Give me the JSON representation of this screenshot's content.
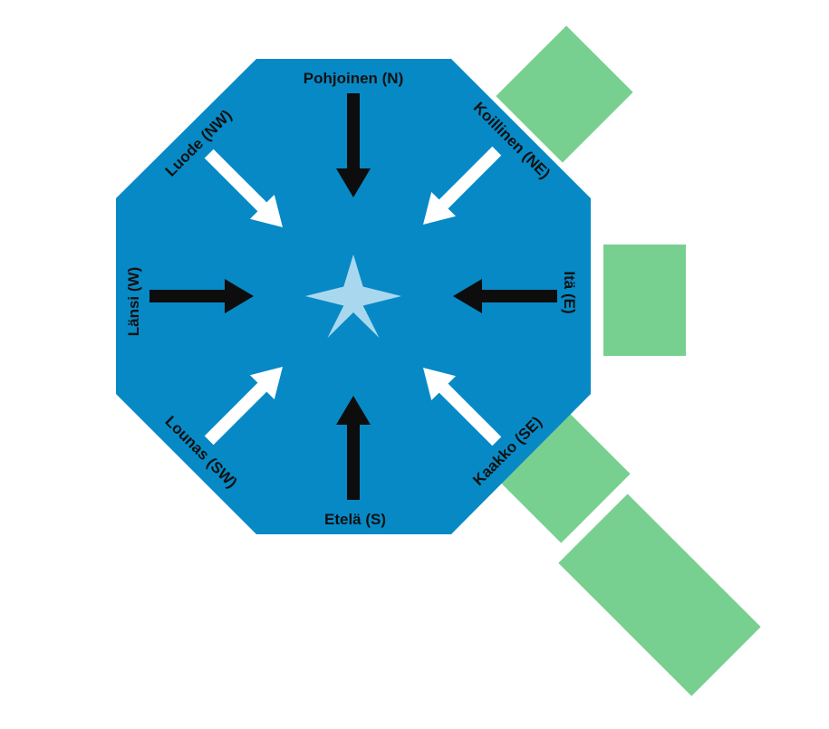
{
  "labels": {
    "n": "Pohjoinen (N)",
    "ne": "Koillinen (NE)",
    "e": "Itä (E)",
    "se": "Kaakko (SE)",
    "s": "Etelä (S)",
    "sw": "Lounas (SW)",
    "w": "Länsi (W)",
    "nw": "Luode (NW)"
  },
  "colors": {
    "octagon": "#0789c6",
    "star": "#a9d8ee",
    "arrow_dark": "#0d0d0d",
    "arrow_light": "#ffffff",
    "block": "#78d090"
  }
}
